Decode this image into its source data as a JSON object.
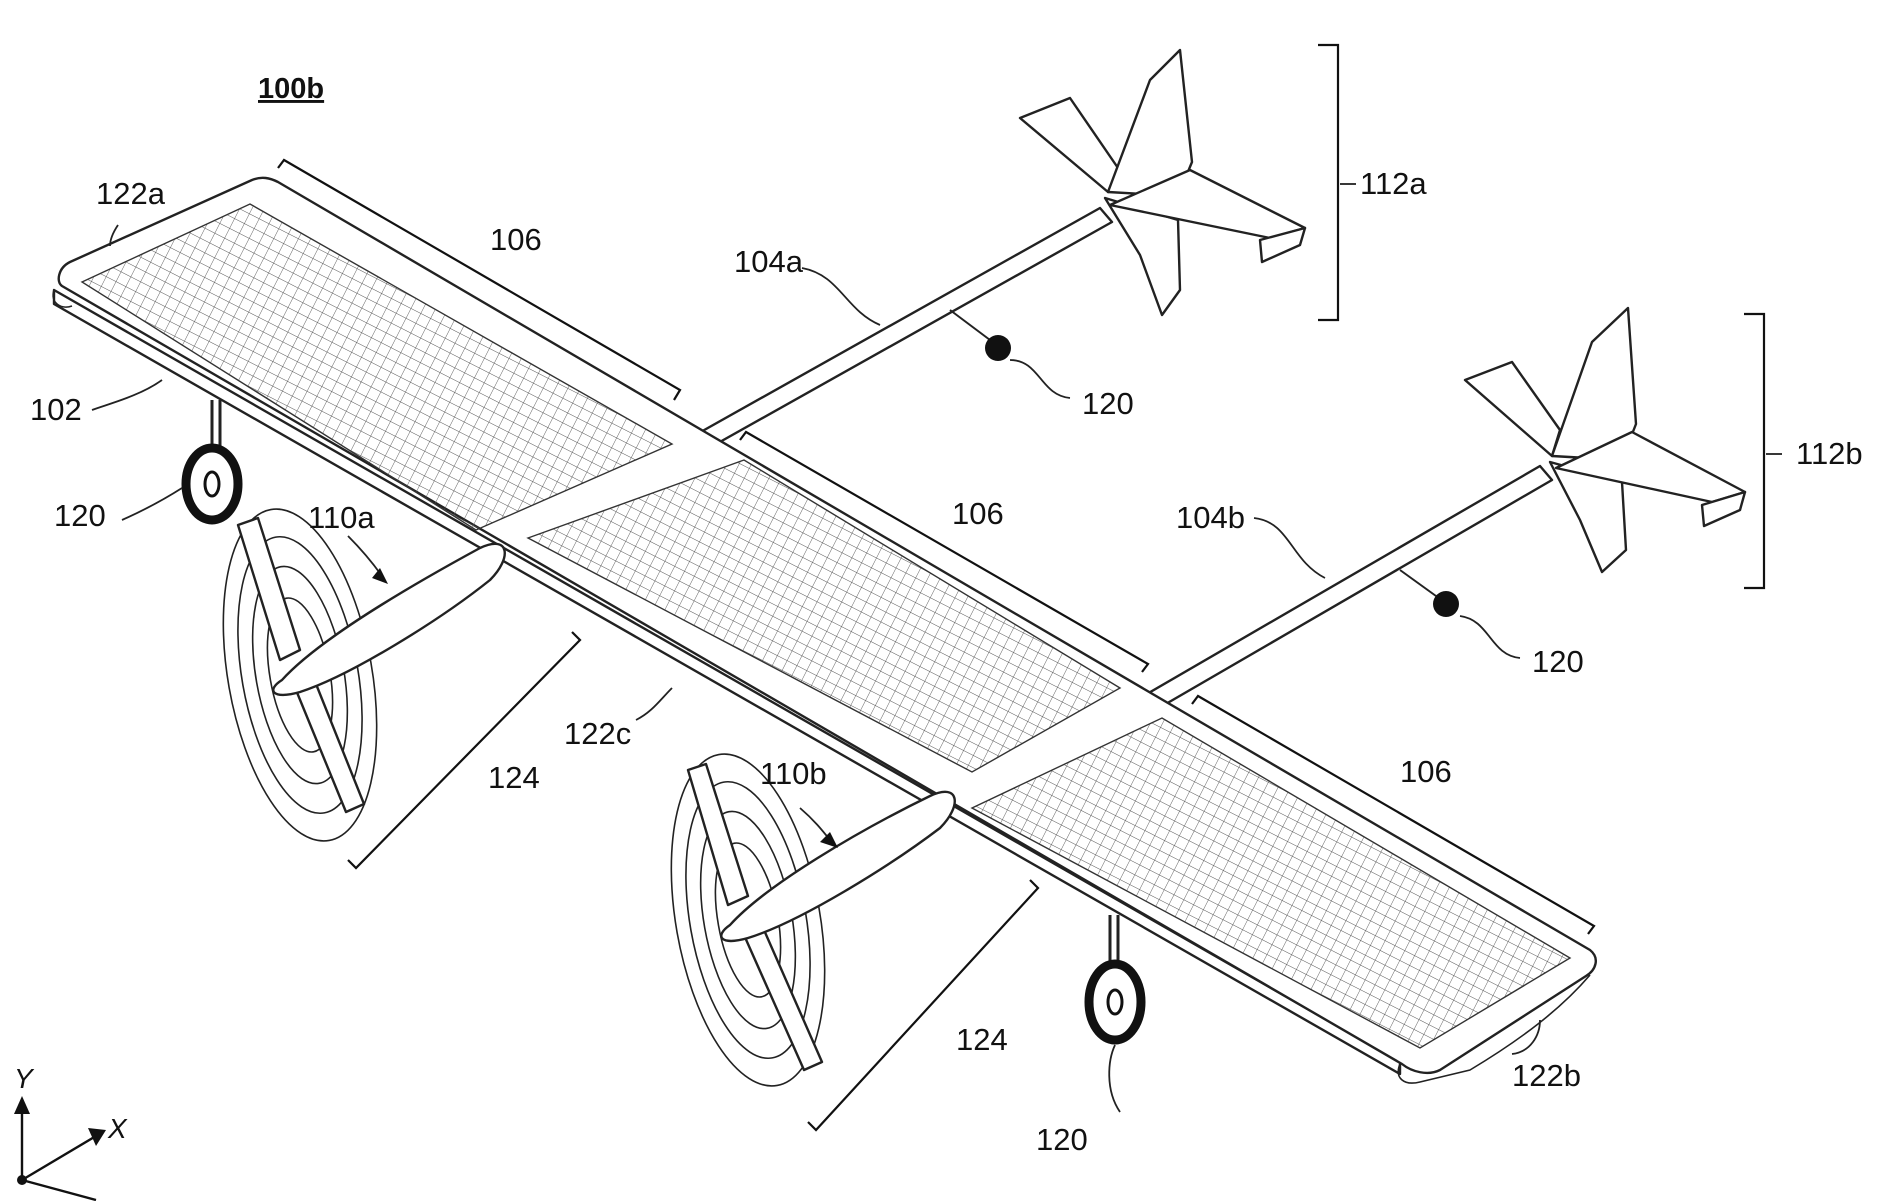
{
  "figure": {
    "title": "100b",
    "colors": {
      "ink": "#222222",
      "paper": "#ffffff",
      "grid": "#555555"
    },
    "labels": {
      "wing_tip_left": "122a",
      "wing_tip_right": "122b",
      "wing_center": "122c",
      "wing": "102",
      "boom_a": "104a",
      "boom_b": "104b",
      "section_left": "106",
      "section_center": "106",
      "section_right": "106",
      "tail_a": "112a",
      "tail_b": "112b",
      "propulsor_a": "110a",
      "propulsor_b": "110b",
      "gear_left": "120",
      "gear_right": "120",
      "gear_boom_a": "120",
      "gear_boom_b": "120",
      "span_a": "124",
      "span_b": "124"
    },
    "axes": {
      "y": "Y",
      "x": "X"
    }
  }
}
